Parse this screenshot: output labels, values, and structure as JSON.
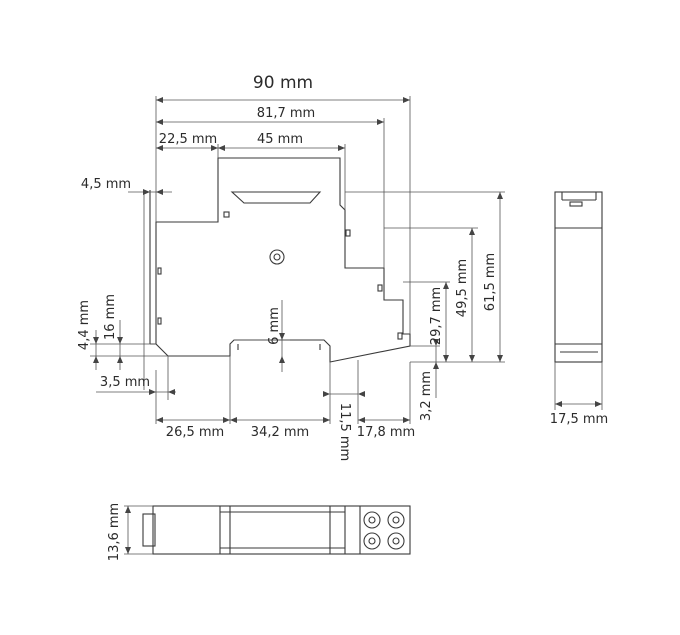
{
  "dimensions": {
    "overall_width": "90 mm",
    "width_81_7": "81,7 mm",
    "width_22_5": "22,5 mm",
    "width_45": "45 mm",
    "left_4_5": "4,5 mm",
    "height_4_4": "4,4 mm",
    "height_16": "16 mm",
    "height_3_5": "3,5 mm",
    "center_6": "6 mm",
    "height_29_7": "29,7 mm",
    "height_49_5": "49,5 mm",
    "height_61_5": "61,5 mm",
    "bottom_26_5": "26,5 mm",
    "bottom_34_2": "34,2 mm",
    "bottom_11_5": "11,5 mm",
    "bottom_17_8": "17,8 mm",
    "right_3_2": "3,2 mm",
    "side_width": "17,5 mm",
    "bottom_view_height": "13,6 mm"
  },
  "colors": {
    "line": "#3a3a3a",
    "text": "#2b2b2b",
    "background": "#ffffff"
  }
}
